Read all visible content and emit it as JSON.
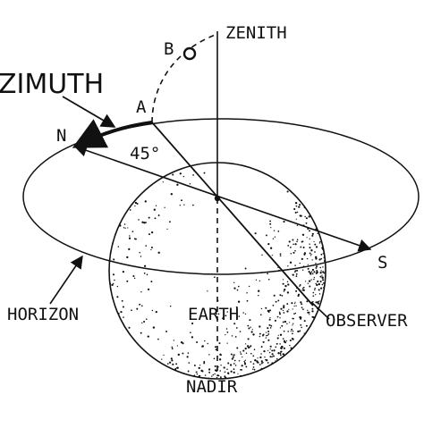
{
  "labels": {
    "zenith": "ZENITH",
    "b": "B",
    "azimuth": "ZIMUTH",
    "a": "A",
    "n": "N",
    "angle": "45°",
    "s": "S",
    "horizon": "HORIZON",
    "earth": "EARTH",
    "observer": "OBSERVER",
    "nadir": "NADIR"
  },
  "colors": {
    "ink": "#111111",
    "paper": "#ffffff"
  }
}
